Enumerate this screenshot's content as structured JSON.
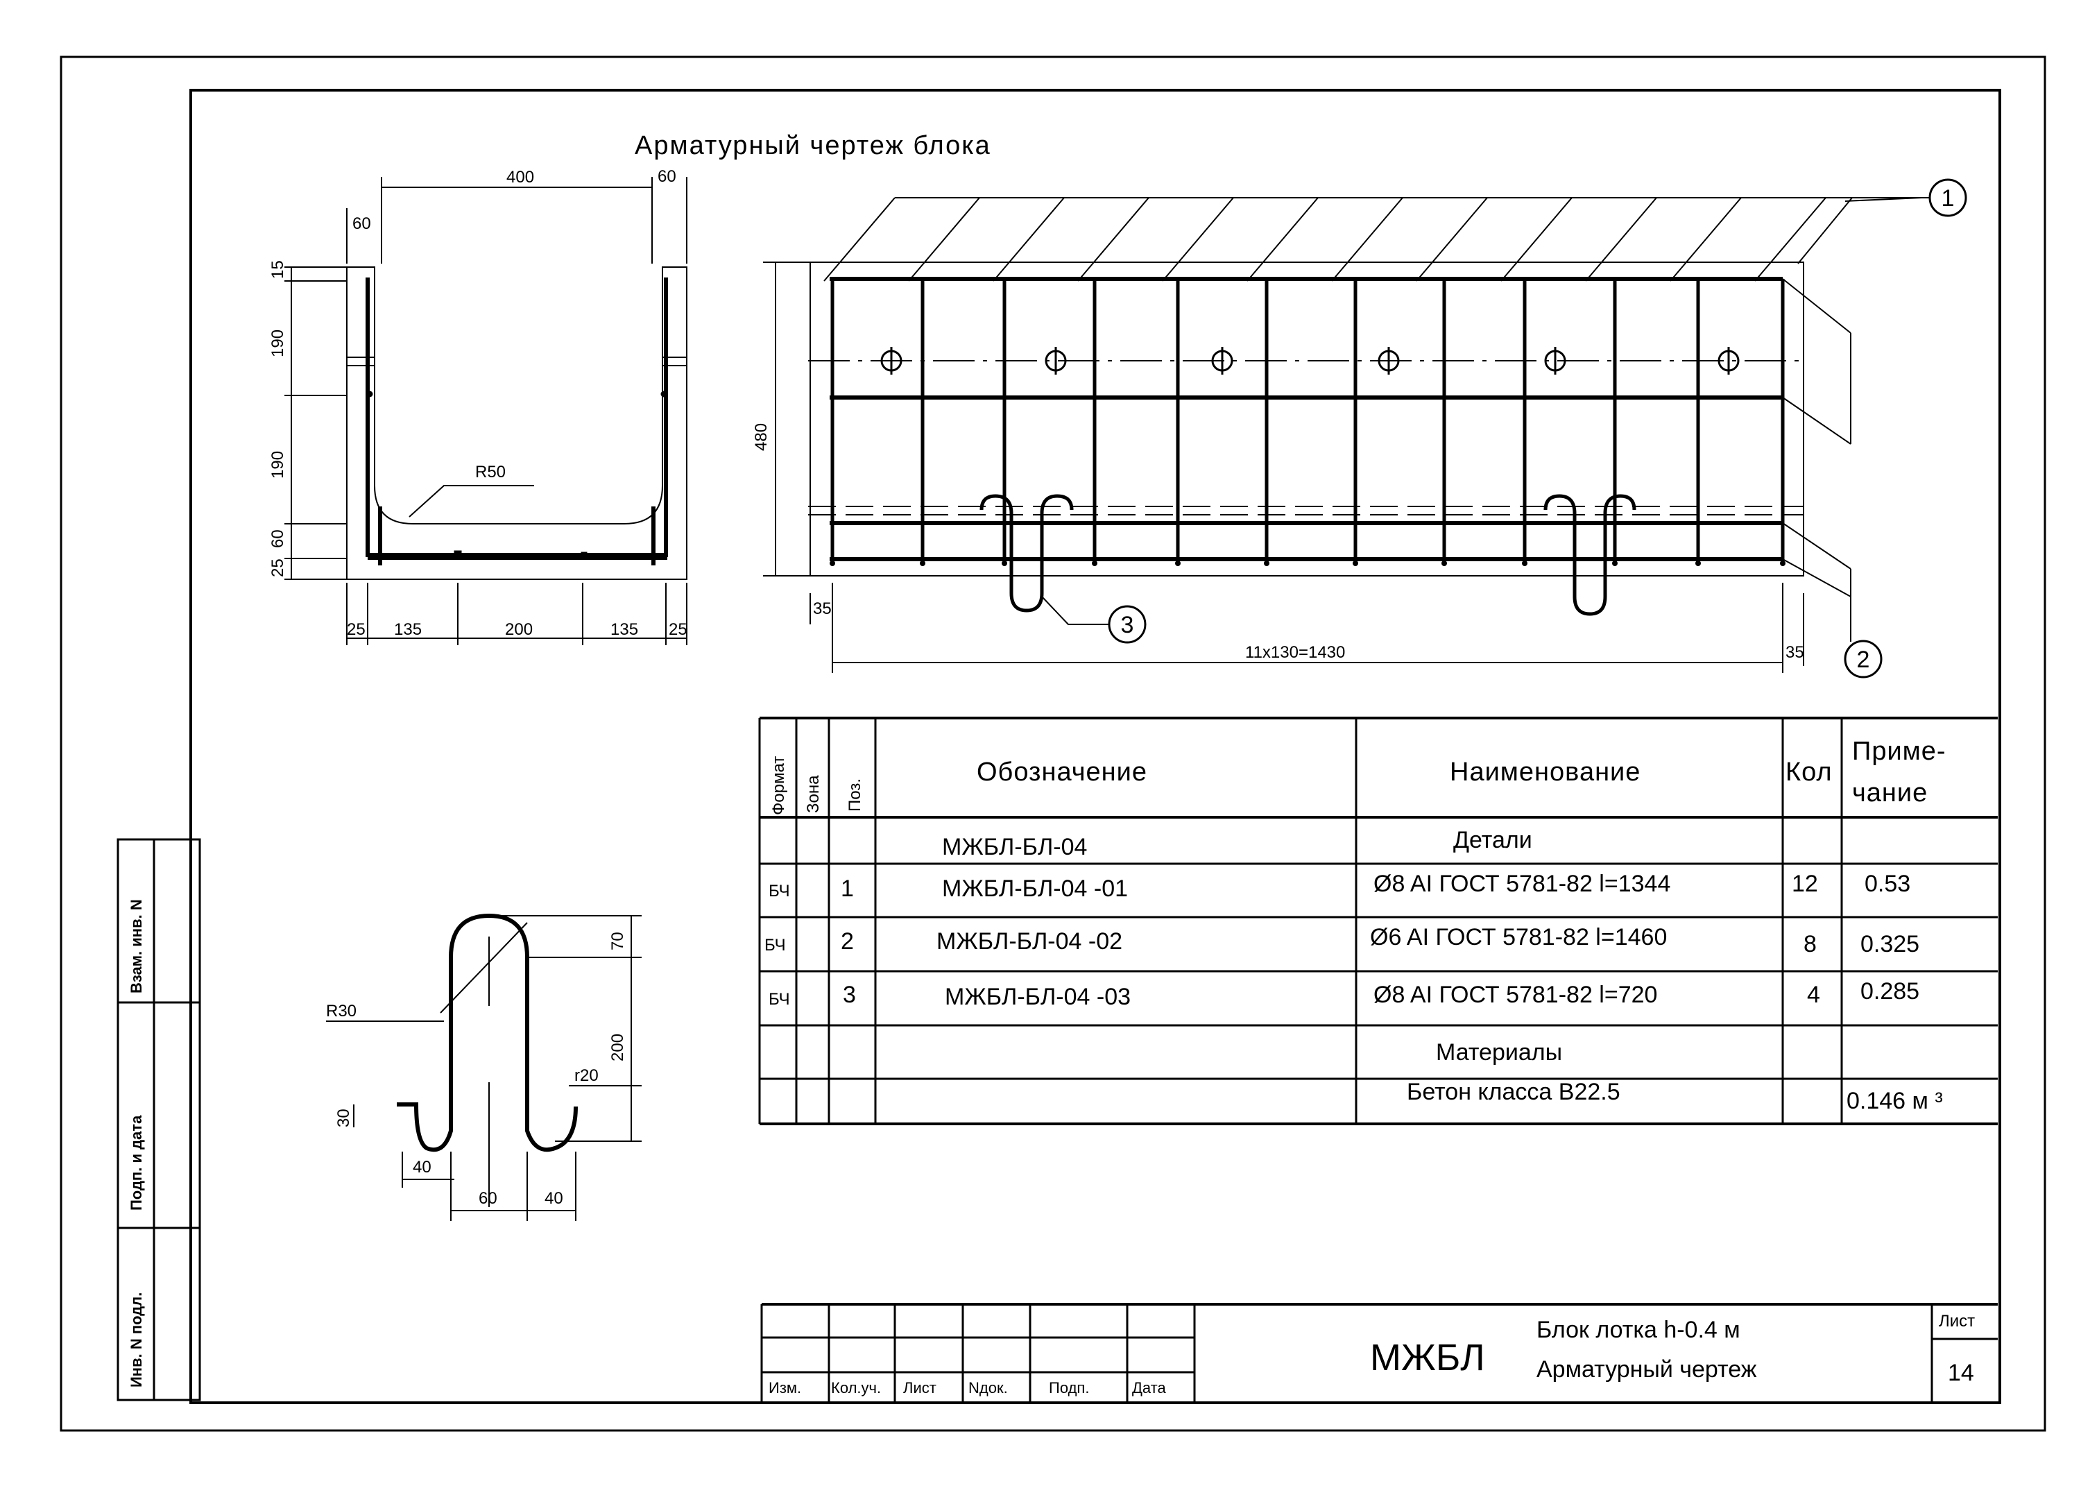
{
  "title": "Арматурный чертеж блока",
  "section": {
    "dims": {
      "top": "400",
      "left60": "60",
      "right60": "60",
      "d15": "15",
      "d190a": "190",
      "d190b": "190",
      "d60": "60",
      "d25": "25",
      "b25l": "25",
      "b135l": "135",
      "b200": "200",
      "b135r": "135",
      "b25r": "25",
      "radius": "R50"
    }
  },
  "elevation": {
    "height": "480",
    "bottom": "11x130=1430",
    "left35": "35",
    "right35": "35",
    "callouts": [
      "1",
      "2",
      "3"
    ]
  },
  "hook": {
    "r30": "R30",
    "d70": "70",
    "d200": "200",
    "r20": "r20",
    "d30": "30",
    "d40a": "40",
    "d60": "60",
    "d40b": "40"
  },
  "spec": {
    "headers": {
      "format": "Формат",
      "zone": "Зона",
      "pos": "Поз.",
      "designation": "Обозначение",
      "name": "Наименование",
      "qty": "Кол",
      "note1": "Приме-",
      "note2": "чание"
    },
    "rows": [
      {
        "format": "",
        "pos": "",
        "designation": "МЖБЛ-БЛ-04",
        "name": "Детали",
        "qty": "",
        "note": ""
      },
      {
        "format": "БЧ",
        "pos": "1",
        "designation": "МЖБЛ-БЛ-04   -01",
        "name": "Ø8 AI ГОСТ 5781-82 l=1344",
        "qty": "12",
        "note": "0.53"
      },
      {
        "format": "БЧ",
        "pos": "2",
        "designation": "МЖБЛ-БЛ-04   -02",
        "name": "Ø6 AI ГОСТ 5781-82 l=1460",
        "qty": "8",
        "note": "0.325"
      },
      {
        "format": "БЧ",
        "pos": "3",
        "designation": "МЖБЛ-БЛ-04   -03",
        "name": "Ø8 AI ГОСТ 5781-82 l=720",
        "qty": "4",
        "note": "0.285"
      },
      {
        "format": "",
        "pos": "",
        "designation": "",
        "name": "Материалы",
        "qty": "",
        "note": ""
      },
      {
        "format": "",
        "pos": "",
        "designation": "",
        "name": "Бетон класса B22.5",
        "qty": "",
        "note": "0.146 м ³"
      }
    ]
  },
  "stamp": {
    "cols": [
      "Изм.",
      "Кол.уч.",
      "Лист",
      "Nдок.",
      "Подп.",
      "Дата"
    ],
    "code": "МЖБЛ",
    "line1": "Блок лотка h-0.4 м",
    "line2": "Арматурный чертеж",
    "sheet_label": "Лист",
    "sheet_no": "14"
  },
  "sidebar": {
    "b1": "Взам. инв. N",
    "b2": "Подп. и дата",
    "b3": "Инв. N подл."
  }
}
